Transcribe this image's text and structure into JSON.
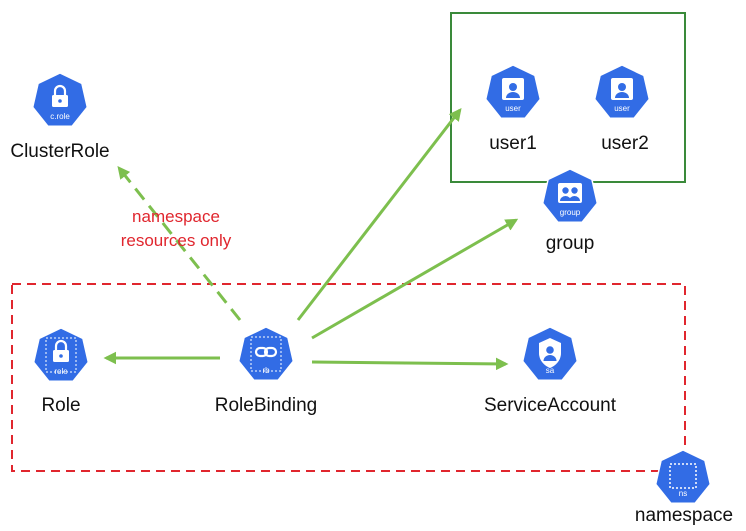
{
  "colors": {
    "k8s_blue": "#326ce5",
    "arrow_green": "#7dbf4e",
    "group_box_green": "#3a8a3a",
    "namespace_border_red": "#e0262e",
    "note_red": "#e0262e"
  },
  "nodes": {
    "clusterrole": {
      "icon": "lock-icon",
      "badge": "c.role",
      "label": "ClusterRole"
    },
    "user1": {
      "icon": "user-icon",
      "badge": "user",
      "label": "user1"
    },
    "user2": {
      "icon": "user-icon",
      "badge": "user",
      "label": "user2"
    },
    "group": {
      "icon": "group-icon",
      "badge": "group",
      "label": "group"
    },
    "role": {
      "icon": "lock-icon",
      "badge": "role",
      "label": "Role"
    },
    "rolebinding": {
      "icon": "link-icon",
      "badge": "rb",
      "label": "RoleBinding"
    },
    "serviceaccount": {
      "icon": "person-shield-icon",
      "badge": "sa",
      "label": "ServiceAccount"
    },
    "namespace": {
      "icon": "square-icon",
      "badge": "ns",
      "label": "namespace"
    }
  },
  "annotation": {
    "line1": "namespace",
    "line2": "resources only"
  }
}
